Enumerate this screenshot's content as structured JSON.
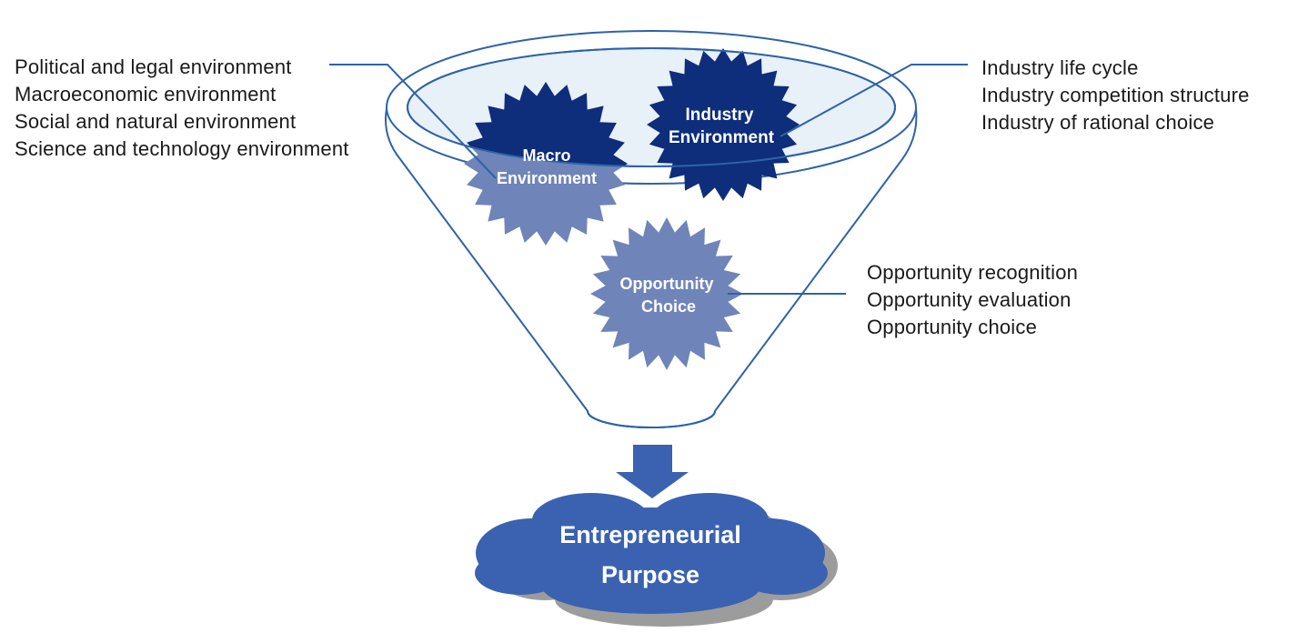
{
  "gears": {
    "macro": {
      "line1": "Macro",
      "line2": "Environment"
    },
    "industry": {
      "line1": "Industry",
      "line2": "Environment"
    },
    "opportunity": {
      "line1": "Opportunity",
      "line2": "Choice"
    }
  },
  "lists": {
    "macro": [
      "Political and legal environment",
      "Macroeconomic environment",
      "Social and natural environment",
      "Science and technology environment"
    ],
    "industry": [
      "Industry life cycle",
      "Industry competition structure",
      "Industry of rational choice"
    ],
    "opportunity": [
      "Opportunity recognition",
      "Opportunity evaluation",
      "Opportunity choice"
    ]
  },
  "outcome": {
    "line1": "Entrepreneurial",
    "line2": "Purpose"
  },
  "colors": {
    "funnel_line": "#2e63a7",
    "funnel_fill": "#e8f0f8",
    "gear_dark": "#0e2d7a",
    "gear_light": "#6f84b8",
    "arrow": "#3a62b0",
    "cloud": "#3a62b0",
    "cloud_shadow": "#9c9c9c",
    "text": "#1a1a1a"
  }
}
